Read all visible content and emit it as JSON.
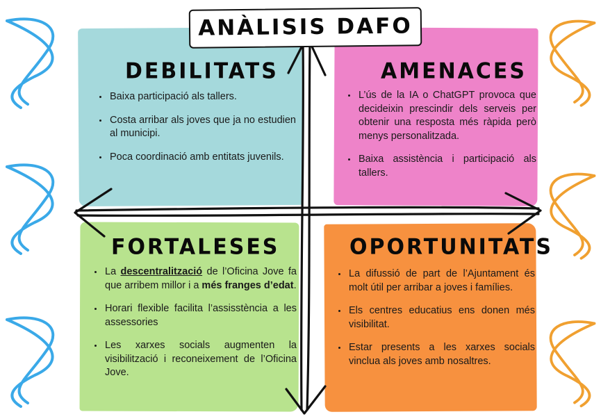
{
  "title": "ANÀLISIS DAFO",
  "debilitats": {
    "heading": "DEBILITATS",
    "items": [
      "Baixa participació als tallers.",
      "Costa arribar als joves que ja no estudien al municipi.",
      "Poca coordinació amb entitats juvenils."
    ]
  },
  "amenaces": {
    "heading": "AMENACES",
    "items": [
      "L’ús de la IA o ChatGPT provoca que decideixin prescindir dels serveis per obtenir una resposta més ràpida però menys personalitzada.",
      "Baixa assistència i participació als tallers."
    ]
  },
  "fortaleses": {
    "heading": "FORTALESES",
    "item1": {
      "part1": "La ",
      "underlined": "descentralització",
      "part2": " de l’Oficina Jove fa que arribem millor i a ",
      "bold": "més franges d’edat",
      "part3": "."
    },
    "items": [
      "Horari flexible facilita l’assisstència a les assessories",
      "Les xarxes socials augmenten la visibilització i reconeixement de l’Oficina Jove."
    ]
  },
  "oportunitats": {
    "heading": "OPORTUNITATS",
    "items": [
      "La difussió de part de l’Ajuntament és molt útil per arribar a joves i famílies.",
      "Els centres educatius ens donen més visibilitat.",
      "Estar presents a les xarxes socials vinclua als joves amb nosaltres."
    ]
  },
  "colors": {
    "debilitats": "#a5d9dc",
    "amenaces": "#ee83c9",
    "fortaleses": "#b8e38e",
    "oportunitats": "#f7913f",
    "loops_left": "#3aa9e8",
    "loops_right": "#f0a030"
  }
}
